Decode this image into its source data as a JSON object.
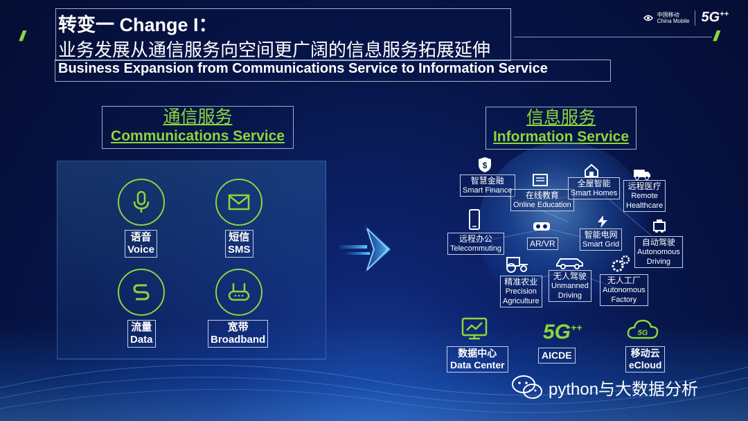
{
  "header": {
    "title_line1": "转变一 Change I：",
    "title_line2": "业务发展从通信服务向空间更广阔的信息服务拓展延伸",
    "subtitle": "Business Expansion from Communications Service to Information Service",
    "logo_cm_cn": "中国移动",
    "logo_cm_en": "China Mobile",
    "logo_5g": "5G",
    "logo_5g_sup": "++"
  },
  "left": {
    "title_cn": "通信服务",
    "title_en": "Communications Service",
    "services": [
      {
        "cn": "语音",
        "en": "Voice",
        "icon": "microphone-icon"
      },
      {
        "cn": "短信",
        "en": "SMS",
        "icon": "envelope-icon"
      },
      {
        "cn": "流量",
        "en": "Data",
        "icon": "data-s-icon"
      },
      {
        "cn": "宽带",
        "en": "Broadband",
        "icon": "router-icon"
      }
    ]
  },
  "right": {
    "title_cn": "信息服务",
    "title_en": "Information Service",
    "items": [
      {
        "cn": "智慧金融",
        "en": "Smart Finance"
      },
      {
        "cn": "在线教育",
        "en": "Online Education"
      },
      {
        "cn": "全屋智能",
        "en": "Smart Homes"
      },
      {
        "cn": "远程医疗",
        "en": "Remote",
        "en2": "Healthcare"
      },
      {
        "cn": "远程办公",
        "en": "Telecommuting"
      },
      {
        "cn": "",
        "en": "AR/VR"
      },
      {
        "cn": "智能电网",
        "en": "Smart Grid"
      },
      {
        "cn": "自动驾驶",
        "en": "Autonomous",
        "en2": "Driving"
      },
      {
        "cn": "精准农业",
        "en": "Precision",
        "en2": "Agriculture"
      },
      {
        "cn": "无人驾驶",
        "en": "Unmanned",
        "en2": "Driving"
      },
      {
        "cn": "无人工厂",
        "en": "Autonomous",
        "en2": "Factory"
      }
    ],
    "bottom": [
      {
        "cn": "数据中心",
        "en": "Data Center"
      },
      {
        "cn": "",
        "en": "AICDE"
      },
      {
        "cn": "移动云",
        "en": "eCloud"
      }
    ],
    "aicde_logo": "5G",
    "ecloud_logo": "5G"
  },
  "watermark": {
    "text": "python与大数据分析"
  },
  "colors": {
    "accent_green": "#8dd63a",
    "background": "#071549"
  }
}
